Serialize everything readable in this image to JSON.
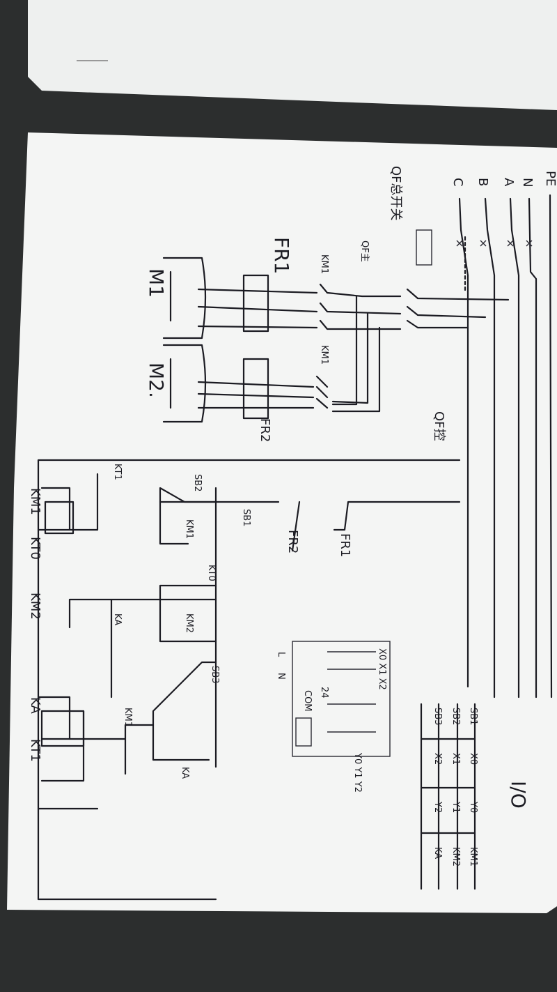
{
  "bus_labels": [
    "PE",
    "N",
    "A",
    "B",
    "C"
  ],
  "power": {
    "main_breaker": "QF总开关",
    "motor_breaker": "QF主",
    "km1_a": "KM1",
    "km1_b": "KM1",
    "fr1": "FR1",
    "fr2": "FR2",
    "m1": "M1",
    "m2": "M2."
  },
  "control": {
    "breaker": "QF控",
    "fr1": "FR1",
    "fr2": "FR2",
    "sb1": "SB1",
    "sb2": "SB2",
    "sb3": "SB3",
    "km1_coil": "KM1",
    "km2_coil": "KM2",
    "kt0": "KT0",
    "kt1": "KT1",
    "ka": "KA",
    "ka2": "KA",
    "km1_contact": "KM1",
    "bottom_labels": [
      "KM1",
      "KT0",
      "KM2",
      "KA",
      "KT1"
    ]
  },
  "plc": {
    "com": "COM",
    "v24": "24",
    "l": "L",
    "n": "N",
    "x_terms": "X0 X1 X2",
    "y_terms": "Y0 Y1 Y2"
  },
  "io_table": {
    "title": "I/O",
    "rows": [
      [
        "SB1",
        "X0",
        "Y0",
        "KM1"
      ],
      [
        "SB2",
        "X1",
        "Y1",
        "KM2"
      ],
      [
        "SB3",
        "X2",
        "Y2",
        "KA"
      ]
    ]
  }
}
